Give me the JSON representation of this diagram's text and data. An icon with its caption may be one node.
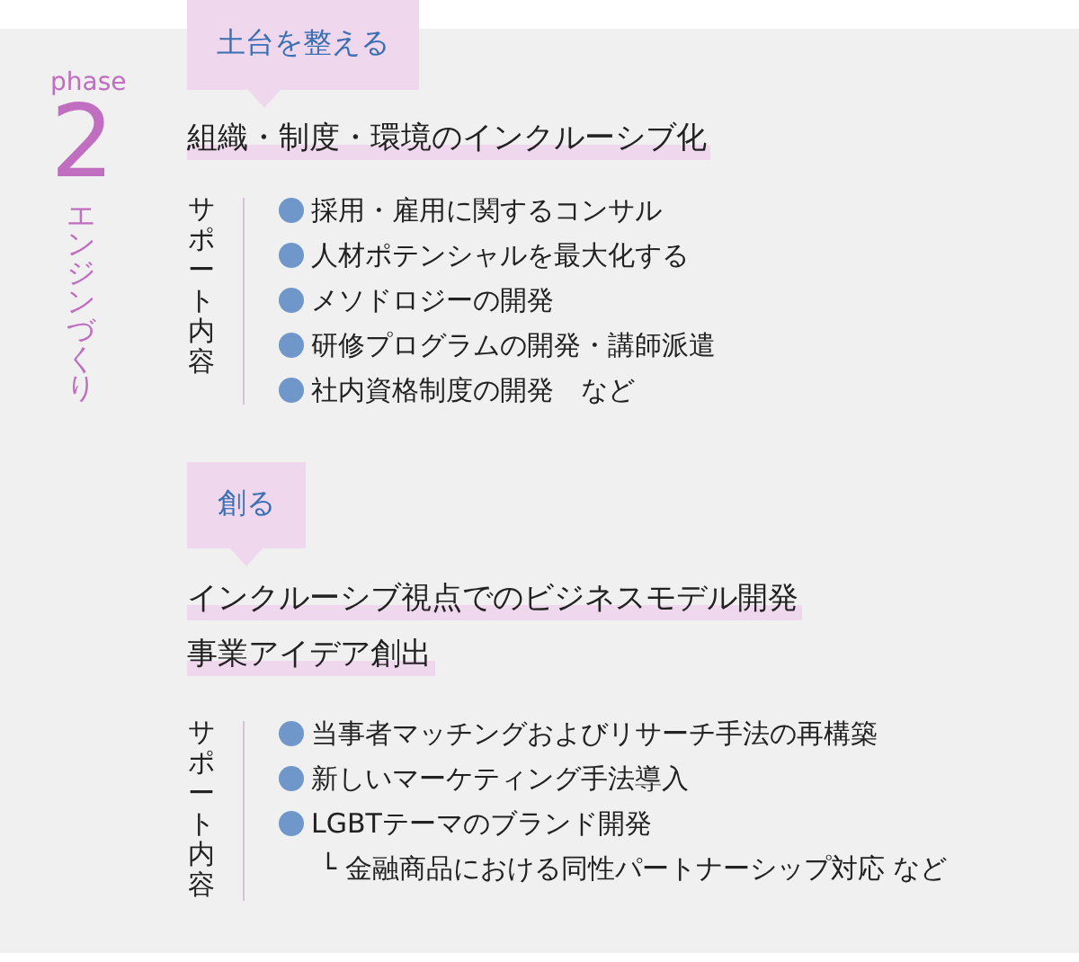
{
  "diagram": {
    "nodes": [
      {
        "text": [
          "土台を整える"
        ]
      },
      {
        "text": [
          "創る"
        ]
      }
    ],
    "labels": [
      "phase",
      "2",
      "エンジンづくり",
      "組織・制度・環境のインクルーシブ化",
      "サポート内容",
      "採用・雇用に関するコンサル",
      "人材ポテンシャルを最大化する",
      "メソドロジーの開発",
      "研修プログラムの開発・講師派遣",
      "社内資格制度の開発　など",
      "インクルーシブ視点でのビジネスモデル開発",
      "事業アイデア創出",
      "サポート内容",
      "当事者マッチングおよびリサーチ手法の再構築",
      "新しいマーケティング手法導入",
      "LGBTテーマのブランド開発",
      "└ 金融商品における同性パートナーシップ対応 など"
    ]
  }
}
